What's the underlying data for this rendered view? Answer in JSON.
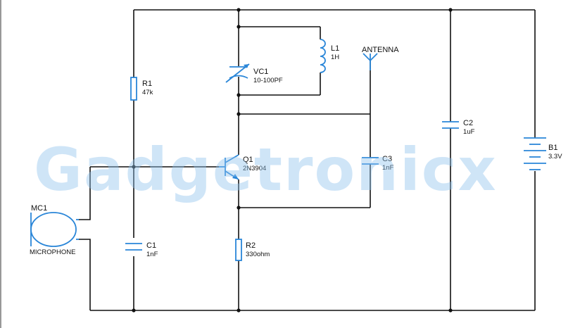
{
  "components": {
    "r1": {
      "ref": "R1",
      "value": "47k"
    },
    "l1": {
      "ref": "L1",
      "value": "1H"
    },
    "vc1": {
      "ref": "VC1",
      "value": "10-100PF"
    },
    "antenna": {
      "label": "ANTENNA"
    },
    "c2": {
      "ref": "C2",
      "value": "1uF"
    },
    "b1": {
      "ref": "B1",
      "value": "3.3V"
    },
    "q1": {
      "ref": "Q1",
      "value": "2N3904"
    },
    "c3": {
      "ref": "C3",
      "value": "1nF"
    },
    "mc1": {
      "ref": "MC1",
      "value": "MICROPHONE"
    },
    "c1": {
      "ref": "C1",
      "value": "1nF"
    },
    "r2": {
      "ref": "R2",
      "value": "330ohm"
    }
  },
  "watermark": {
    "text": "Gadgetronicx"
  },
  "colors": {
    "component": "#2a86d8",
    "wire": "#111111",
    "watermark": "#8fc3ee"
  }
}
